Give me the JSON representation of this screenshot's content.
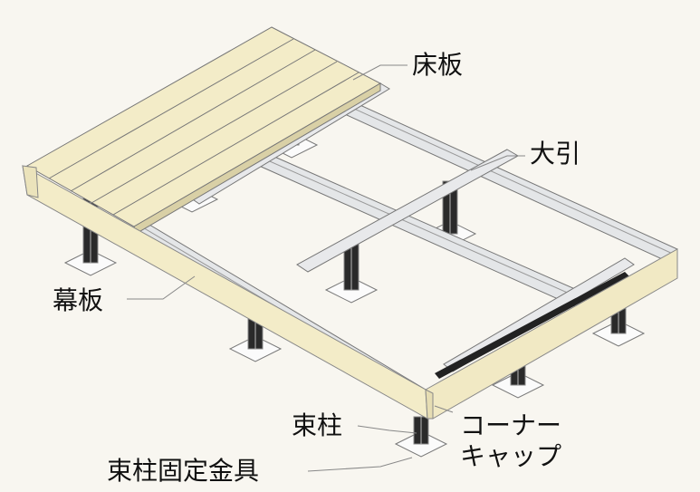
{
  "labels": {
    "floorboard": "床板",
    "joist": "大引",
    "fascia": "幕板",
    "post": "束柱",
    "post_bracket": "束柱固定金具",
    "corner_cap_line1": "コーナー",
    "corner_cap_line2": "キャップ"
  },
  "colors": {
    "background": "#f8f6f0",
    "wood": "#f3ecc8",
    "aluminum": "#dfe1e3",
    "post": "#2a2a2a"
  }
}
